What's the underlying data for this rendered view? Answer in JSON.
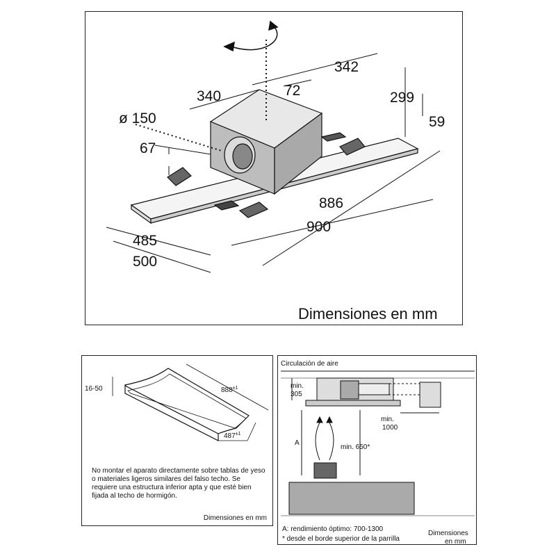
{
  "main": {
    "caption": "Dimensiones en mm",
    "dims": {
      "width_top": "342",
      "depth_top": "340",
      "offset": "72",
      "height_total": "299",
      "height_base": "59",
      "duct_diameter": "ø 150",
      "duct_height": "67",
      "inner_width": "886",
      "outer_width": "900",
      "inner_depth": "485",
      "outer_depth": "500"
    }
  },
  "install": {
    "thickness": "16-50",
    "length_value": "888",
    "length_tol": "±1",
    "width_value": "487",
    "width_tol": "±1",
    "note": "No montar el aparato directamente sobre tablas de yeso o materiales ligeros similares del falso techo. Se requiere una estructura inferior apta y que esté bien fijada al techo de hormigón.",
    "caption": "Dimensiones en mm"
  },
  "clearance": {
    "title": "Circulación de aire",
    "min_top": "min.",
    "min_top_value": "305",
    "min_side": "min.",
    "min_side_value": "1000",
    "label_a": "A",
    "min_height": "min. 650*",
    "footnote_a": "A: rendimiento óptimo: 700-1300",
    "footnote_star": "* desde el borde superior de la parrilla",
    "caption_line1": "Dimensiones",
    "caption_line2": "en mm"
  }
}
